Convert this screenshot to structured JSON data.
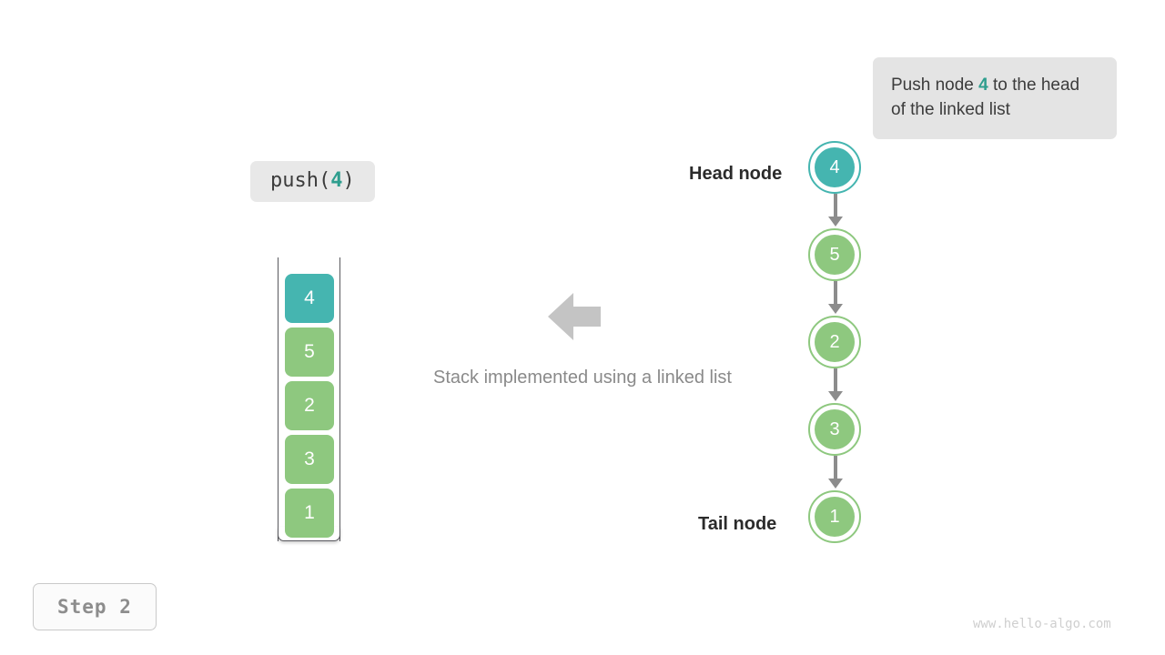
{
  "callout": {
    "text_before": "Push node ",
    "highlight": "4",
    "text_after": " to the head of the linked list"
  },
  "operation": {
    "name": "push(",
    "argument": "4",
    "close": ")"
  },
  "stack": {
    "cells": [
      {
        "value": "4",
        "color": "#45b5b0"
      },
      {
        "value": "5",
        "color": "#8ec87f"
      },
      {
        "value": "2",
        "color": "#8ec87f"
      },
      {
        "value": "3",
        "color": "#8ec87f"
      },
      {
        "value": "1",
        "color": "#8ec87f"
      }
    ]
  },
  "center": {
    "arrow_icon": "arrow-left-icon",
    "caption": "Stack implemented using a linked list"
  },
  "linked_list": {
    "head_label": "Head node",
    "tail_label": "Tail node",
    "nodes": [
      {
        "value": "4",
        "color": "#45b5b0"
      },
      {
        "value": "5",
        "color": "#8ec87f"
      },
      {
        "value": "2",
        "color": "#8ec87f"
      },
      {
        "value": "3",
        "color": "#8ec87f"
      },
      {
        "value": "1",
        "color": "#8ec87f"
      }
    ]
  },
  "step_badge": "Step 2",
  "watermark": "www.hello-algo.com",
  "colors": {
    "teal": "#45b5b0",
    "green": "#8ec87f",
    "highlight_text": "#2e9e8e",
    "connector": "#8c8c8c",
    "arrow_grey": "#c4c4c4"
  }
}
